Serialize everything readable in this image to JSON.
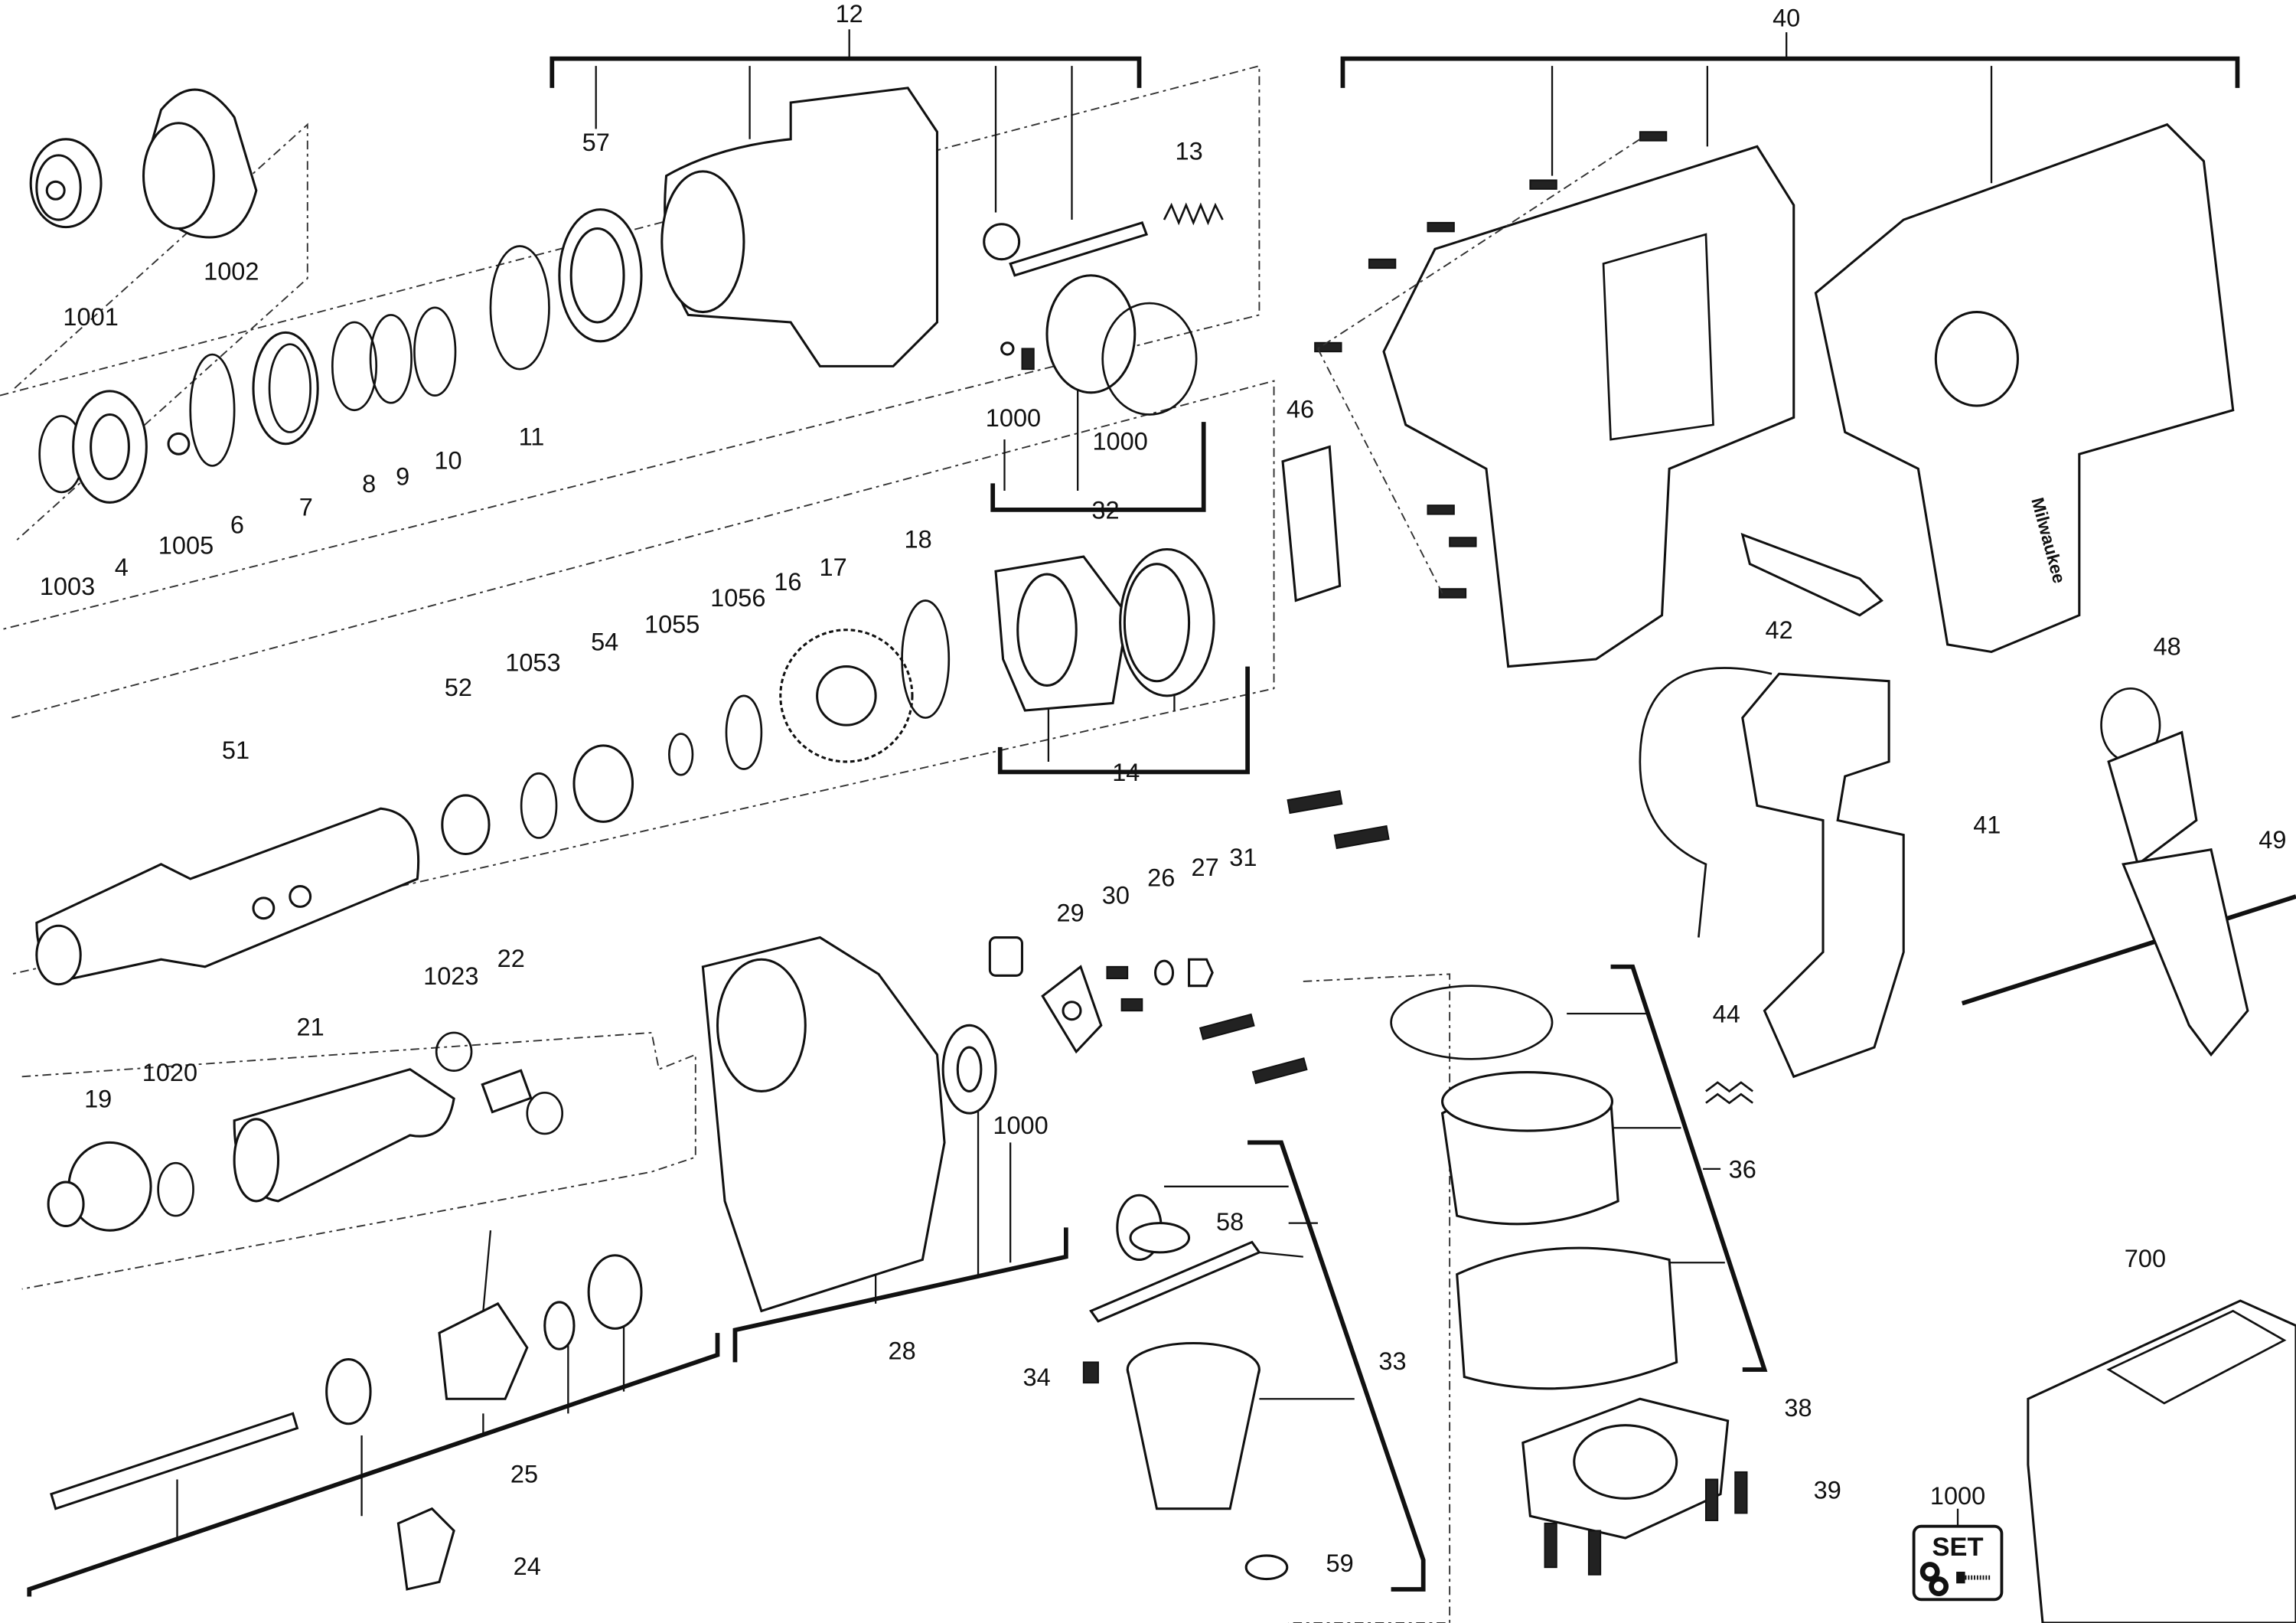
{
  "title": "Exploded parts diagram - cordless rotary hammer",
  "labels": [
    "12",
    "40",
    "57",
    "13",
    "1001",
    "1002",
    "11",
    "10",
    "9",
    "8",
    "7",
    "6",
    "1005",
    "4",
    "1003",
    "1000",
    "1000",
    "32",
    "46",
    "18",
    "17",
    "16",
    "1056",
    "1055",
    "54",
    "1053",
    "52",
    "51",
    "14",
    "42",
    "48",
    "41",
    "49",
    "31",
    "27",
    "26",
    "30",
    "29",
    "1023",
    "22",
    "21",
    "1020",
    "19",
    "1000",
    "44",
    "36",
    "58",
    "28",
    "33",
    "34",
    "25",
    "38",
    "39",
    "1000",
    "700",
    "24",
    "59"
  ],
  "set_icon": {
    "text": "SET",
    "icon": "set-kit-icon"
  },
  "brand_text_on_housing": "Milwaukee"
}
